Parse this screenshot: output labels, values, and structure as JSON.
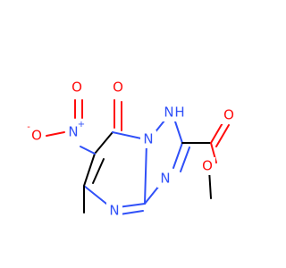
{
  "molecule": {
    "colors": {
      "carbon": "#000000",
      "oxygen": "#ff0d0d",
      "nitrogen": "#3050f8",
      "background": "#ffffff"
    },
    "atoms": [
      {
        "id": "O_keto",
        "symbol": "O",
        "label": "O",
        "color": "#ff0d0d"
      },
      {
        "id": "N_nitro",
        "symbol": "N",
        "label": "N",
        "charge": "+",
        "color": "#3050f8"
      },
      {
        "id": "O_nitro_top",
        "symbol": "O",
        "label": "O",
        "color": "#ff0d0d"
      },
      {
        "id": "O_nitro_left",
        "symbol": "O",
        "label": "O",
        "charge": "-",
        "color": "#ff0d0d"
      },
      {
        "id": "N_bridge",
        "symbol": "N",
        "label": "N",
        "color": "#3050f8"
      },
      {
        "id": "NH",
        "symbol": "N",
        "label": "N",
        "hydrogen": "H",
        "color": "#3050f8"
      },
      {
        "id": "N_ring_bottom",
        "symbol": "N",
        "label": "N",
        "color": "#3050f8"
      },
      {
        "id": "N_triazole",
        "symbol": "N",
        "label": "N",
        "color": "#3050f8"
      },
      {
        "id": "O_carbonyl",
        "symbol": "O",
        "label": "O",
        "color": "#ff0d0d"
      },
      {
        "id": "O_ester",
        "symbol": "O",
        "label": "O",
        "color": "#ff0d0d"
      }
    ]
  }
}
